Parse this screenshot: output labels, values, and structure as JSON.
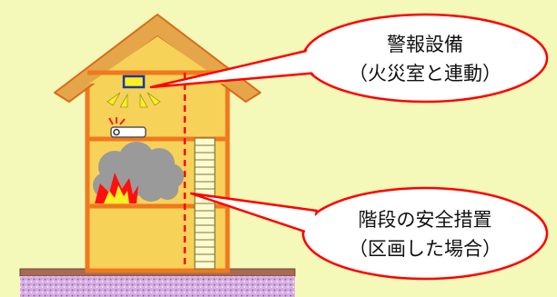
{
  "callouts": {
    "alarm": {
      "line1": "警報設備",
      "line2": "（火災室と連動）"
    },
    "stairs": {
      "line1": "階段の安全措置",
      "line2": "（区画した場合）"
    }
  },
  "colors": {
    "background": "#f4f8b8",
    "roof": "#e5a64a",
    "roof_edge": "#d96a1a",
    "house_wall": "#f6d259",
    "frame": "#f0781e",
    "partition_line": "#ff0000",
    "stair_fill": "#fffbd0",
    "stair_edge": "#7a7a3a",
    "smoke": "#9a9a9a",
    "fire_red": "#ff1010",
    "fire_yellow": "#ffee22",
    "ground_top": "#a96a55",
    "ground_soil": "#d9b0e6",
    "callout_fill": "#ffffff",
    "callout_stroke": "#ff0000"
  },
  "icons": [
    "alarm-device-icon",
    "smoke-detector-icon",
    "smoke-cloud-icon",
    "fire-icon",
    "staircase-icon"
  ]
}
